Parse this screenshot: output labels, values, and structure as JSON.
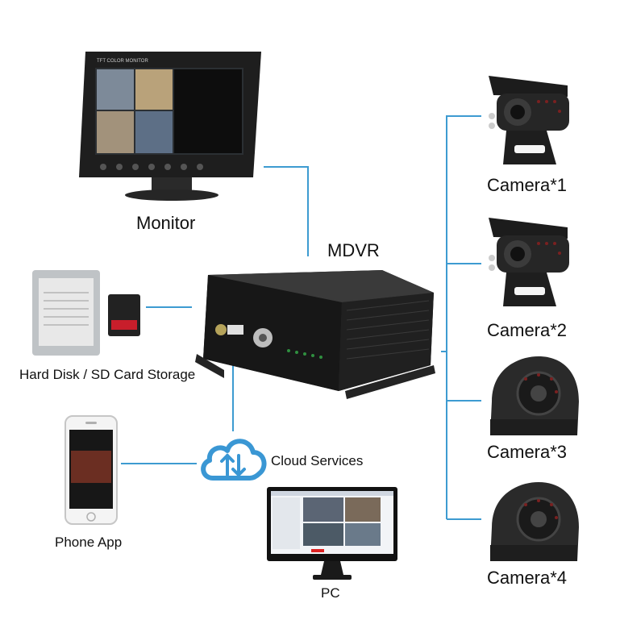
{
  "labels": {
    "monitor": "Monitor",
    "mdvr": "MDVR",
    "storage": "Hard Disk / SD Card Storage",
    "phone": "Phone App",
    "cloud": "Cloud Services",
    "pc": "PC",
    "camera1": "Camera*1",
    "camera2": "Camera*2",
    "camera3": "Camera*3",
    "camera4": "Camera*4"
  },
  "monitor_screen_text": "TFT COLOR MONITOR",
  "colors": {
    "connector": "#3d9bd1",
    "device_body": "#1d1d1d",
    "cloud": "#3a97d4"
  }
}
